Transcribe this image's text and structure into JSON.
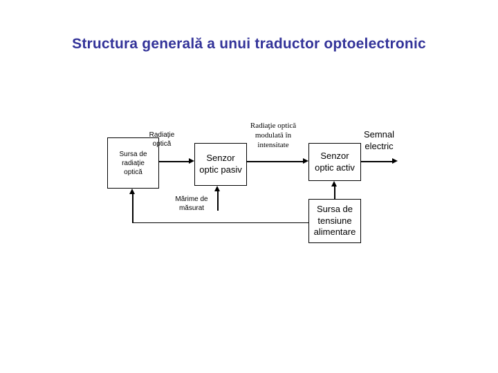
{
  "slide": {
    "title": "Structura generală a unui traductor optoelectronic",
    "title_color": "#333399",
    "background": "#ffffff",
    "line_color": "#000000"
  },
  "diagram": {
    "type": "block-diagram",
    "boxes": [
      {
        "id": "source",
        "label": "Sursa de\nradiaţie\noptică"
      },
      {
        "id": "passive",
        "label": "Senzor\noptic pasiv"
      },
      {
        "id": "active",
        "label": "Senzor\noptic activ"
      },
      {
        "id": "power",
        "label": "Sursa de\ntensiune\nalimentare"
      }
    ],
    "labels": [
      {
        "id": "radiatie-optica",
        "text": "Radiaţie\noptică"
      },
      {
        "id": "radiatie-modulata",
        "text": "Radiaţie optică\nmodulată în\nintensitate"
      },
      {
        "id": "semnal-electric",
        "text": "Semnal\nelectric"
      },
      {
        "id": "marime-de-masurat",
        "text": "Mărime de\nmăsurat"
      }
    ],
    "connections": [
      {
        "from": "source",
        "to": "passive",
        "label": "Radiaţie optică"
      },
      {
        "from": "passive",
        "to": "active",
        "label": "Radiaţie optică modulată în intensitate"
      },
      {
        "from": "active",
        "to": "output",
        "label": "Semnal electric"
      },
      {
        "from": "measurand",
        "to": "passive",
        "label": "Mărime de măsurat"
      },
      {
        "from": "power",
        "to": "active",
        "label": ""
      },
      {
        "from": "power",
        "to": "source",
        "label": ""
      }
    ]
  }
}
